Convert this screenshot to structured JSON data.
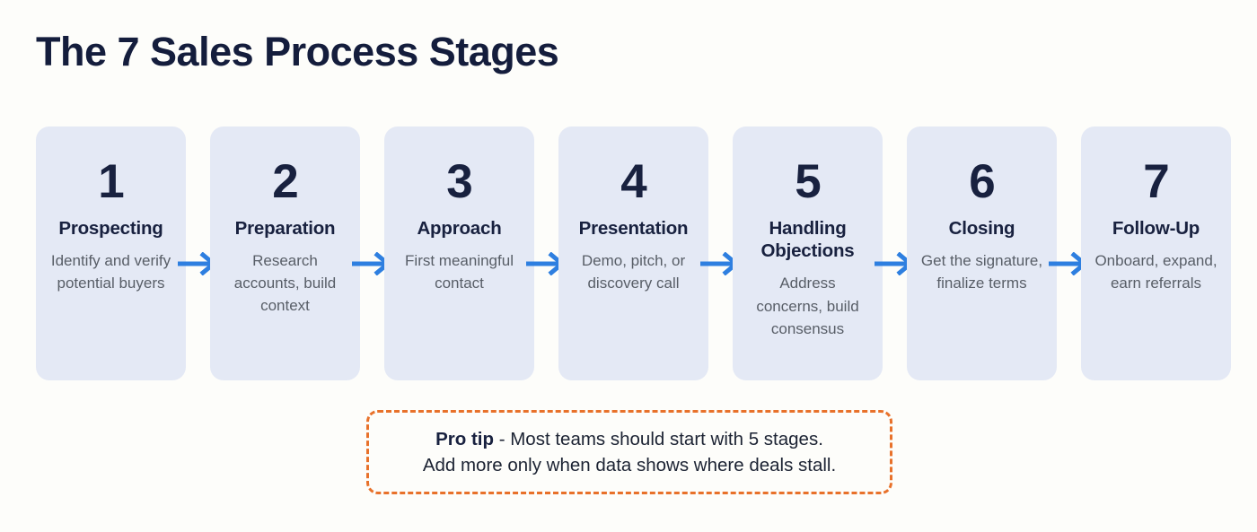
{
  "page": {
    "title": "The 7 Sales Process Stages",
    "background_color": "#fdfdfa"
  },
  "colors": {
    "title_navy": "#141d3c",
    "card_background": "#e4e9f5",
    "number_navy": "#18213f",
    "description_gray": "#585e67",
    "arrow_blue": "#2e7fe0",
    "protip_orange": "#e8712a",
    "protip_text": "#1c2333"
  },
  "stages": [
    {
      "number": "1",
      "title": "Prospecting",
      "description": "Identify and verify potential buyers"
    },
    {
      "number": "2",
      "title": "Preparation",
      "description": "Research accounts, build context"
    },
    {
      "number": "3",
      "title": "Approach",
      "description": "First meaningful contact"
    },
    {
      "number": "4",
      "title": "Presentation",
      "description": "Demo, pitch, or discovery call"
    },
    {
      "number": "5",
      "title": "Handling Objections",
      "description": "Address concerns, build consensus"
    },
    {
      "number": "6",
      "title": "Closing",
      "description": "Get the signature, finalize terms"
    },
    {
      "number": "7",
      "title": "Follow-Up",
      "description": "Onboard, expand, earn referrals"
    }
  ],
  "connectors": {
    "icon": "arrow-right-icon",
    "count": 6
  },
  "protip": {
    "label": "Pro tip",
    "line1_rest": " - Most teams should start with 5 stages.",
    "line2": "Add more only when data shows where deals stall."
  }
}
